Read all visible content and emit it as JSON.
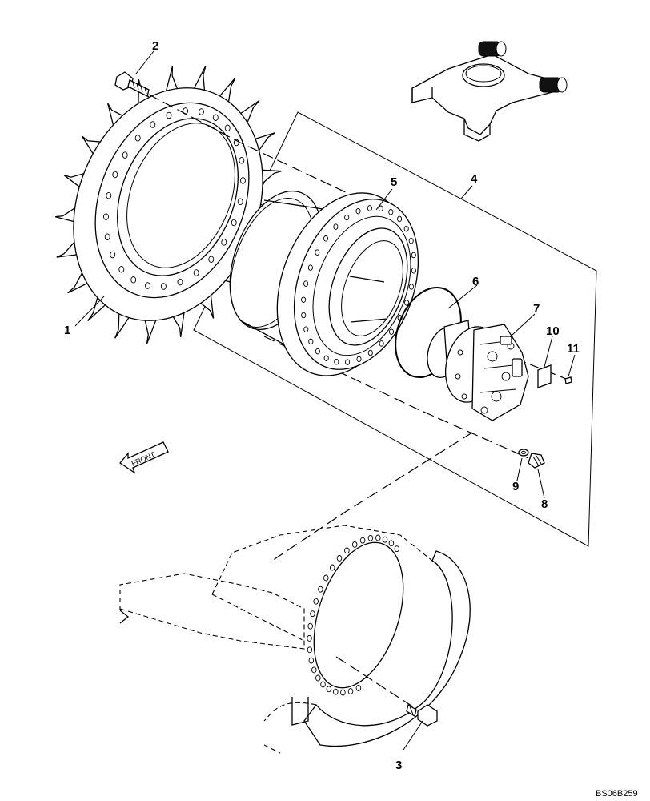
{
  "callouts": [
    {
      "id": "1",
      "label": "1"
    },
    {
      "id": "2",
      "label": "2"
    },
    {
      "id": "3",
      "label": "3"
    },
    {
      "id": "4",
      "label": "4"
    },
    {
      "id": "5",
      "label": "5"
    },
    {
      "id": "6",
      "label": "6"
    },
    {
      "id": "7",
      "label": "7"
    },
    {
      "id": "8",
      "label": "8"
    },
    {
      "id": "9",
      "label": "9"
    },
    {
      "id": "10",
      "label": "10"
    },
    {
      "id": "11",
      "label": "11"
    }
  ],
  "front_arrow": {
    "label": "FRONT"
  },
  "drawing_code": "BS06B259"
}
